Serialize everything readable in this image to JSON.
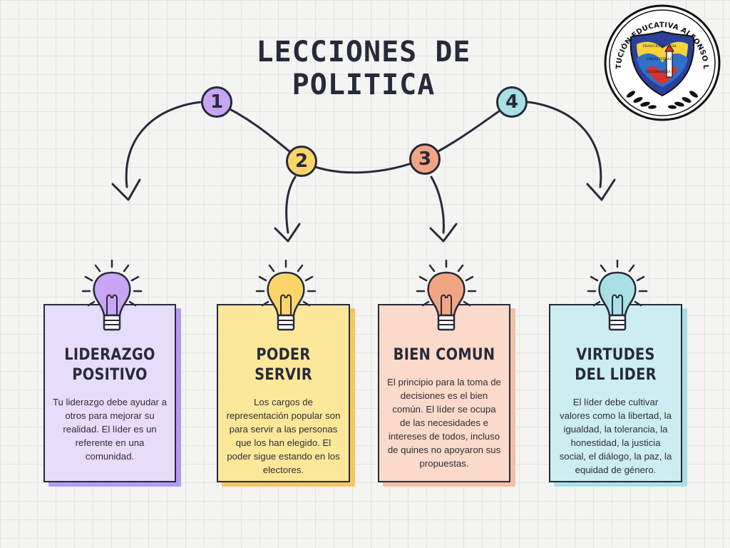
{
  "title": "LECCIONES DE POLITICA",
  "institution": {
    "name": "INSTITUCIÓN EDUCATIVA ALFONSO LÓPEZ",
    "shield_words": [
      "TRASCENDENCIA",
      "CREATIVIDAD",
      "TOLERANCIA"
    ]
  },
  "steps": [
    {
      "number": "1",
      "color": "#c9a6f5",
      "card_color": "#e8dcfb",
      "shadow_color": "#b59af0",
      "title": "LIDERAZGO POSITIVO",
      "text": "Tu liderazgo debe ayudar a otros para mejorar su realidad. El líder es un referente en  una comunidad."
    },
    {
      "number": "2",
      "color": "#fcd56a",
      "card_color": "#fde89a",
      "shadow_color": "#f6c75a",
      "title": "PODER SERVIR",
      "text": "Los cargos de representación popular son para servir a las personas que los han elegido. El poder sigue estando en los electores."
    },
    {
      "number": "3",
      "color": "#f2a583",
      "card_color": "#fbd9cb",
      "shadow_color": "#f4bea8",
      "title": "BIEN COMUN",
      "text": "El principio para la toma de decisiones es el bien común. El líder se ocupa de las necesidades e intereses de todos, incluso de quines no apoyaron sus propuestas."
    },
    {
      "number": "4",
      "color": "#a8e0e6",
      "card_color": "#cdeef0",
      "shadow_color": "#a9dfe4",
      "title": "VIRTUDES DEL LIDER",
      "text": "El líder debe cultivar valores como la libertad, la igualdad, la tolerancia, la honestidad,  la justicia social, el diálogo, la paz, la equidad de género."
    }
  ]
}
